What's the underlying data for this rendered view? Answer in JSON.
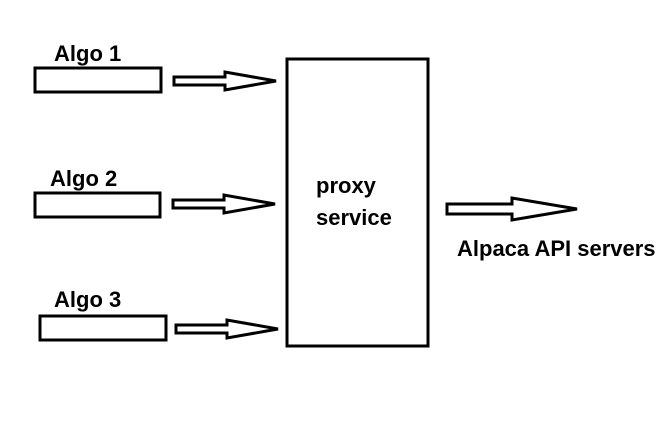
{
  "diagram": {
    "algos": [
      {
        "label": "Algo 1"
      },
      {
        "label": "Algo 2"
      },
      {
        "label": "Algo 3"
      }
    ],
    "proxy": {
      "line1": "proxy",
      "line2": "service"
    },
    "destination": {
      "label": "Alpaca API servers"
    }
  },
  "colors": {
    "stroke": "#000000",
    "background": "#ffffff"
  }
}
